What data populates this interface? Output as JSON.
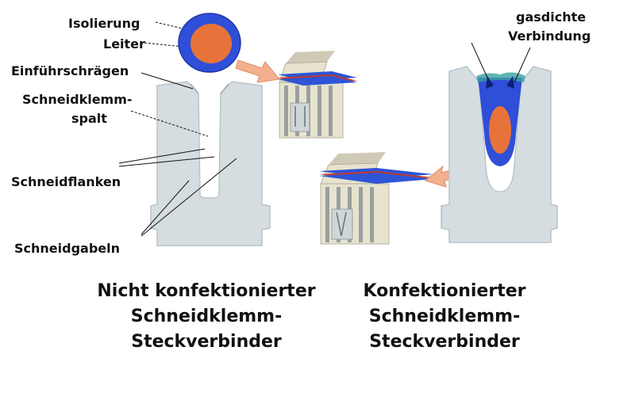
{
  "labels": {
    "isolierung": "Isolierung",
    "leiter": "Leiter",
    "einfuehrschraegen": "Einführschrägen",
    "schneidklemm_1": "Schneidklemm-",
    "schneidklemm_2": "spalt",
    "schneidflanken": "Schneidflanken",
    "schneidgabeln": "Schneidgabeln",
    "gasdicht_1": "gasdichte",
    "gasdicht_2": "Verbindung"
  },
  "captions": {
    "left": [
      "Nicht konfektionierter",
      "Schneidklemm-",
      "Steckverbinder"
    ],
    "right": [
      "Konfektionierter",
      "Schneidklemm-",
      "Steckverbinder"
    ]
  },
  "colors": {
    "fork": "#d6dde0",
    "fork_edge": "#b9c4c9",
    "insulation": "#2f4fd8",
    "conductor": "#e8733a",
    "arrow": "#f3b08f",
    "connector_body": "#e7e3cf",
    "connector_dark": "#9aa0a0",
    "ribbon": "#2d55d6",
    "ribbon_core": "#c33a2a",
    "pin_gas": "#3aa0a0"
  },
  "icons": {
    "cable_cross_section": "cable-cross-section-icon",
    "arrow": "arrow-right-icon"
  }
}
